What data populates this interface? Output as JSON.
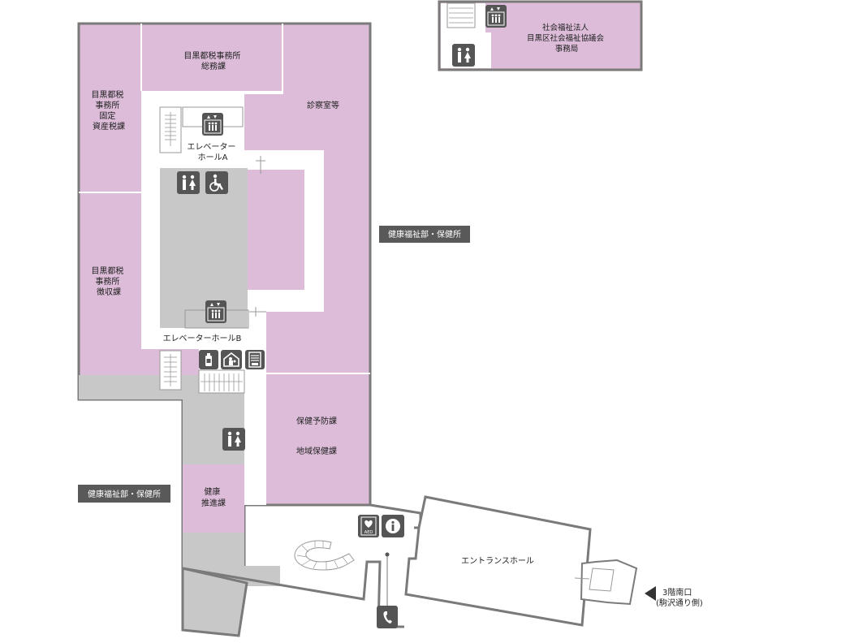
{
  "colors": {
    "room": "#dcbcd8",
    "corridor": "#ffffff",
    "service": "#c8c8c8",
    "wall": "#7a7a7a",
    "icon": "#555555",
    "tag": "#595959"
  },
  "rooms": {
    "general_affairs": [
      "目黒都税事務所",
      "総務課"
    ],
    "fixed_assets_tax": [
      "目黒都税",
      "事務所",
      "固定",
      "資産税課"
    ],
    "collection": [
      "目黒都税",
      "事務所",
      "徴収課"
    ],
    "exam_rooms": "診察室等",
    "health_prevention": "保健予防課",
    "community_health": "地域保健課",
    "health_promotion": [
      "健康",
      "推進課"
    ],
    "council": [
      "社会福祉法人",
      "目黒区社会福祉協議会",
      "事務局"
    ],
    "entrance_hall": "エントランスホール"
  },
  "halls": {
    "elevator_hall_a": [
      "エレベーター",
      "ホールA"
    ],
    "elevator_hall_b": "エレベーターホールB"
  },
  "tags": {
    "health_welfare_right": "健康福祉部・保健所",
    "health_welfare_left": "健康福祉部・保健所"
  },
  "entrance": {
    "line1": "3階南口",
    "line2": "(駒沢通り側)"
  },
  "icons": {
    "elevator": "elevator-icon",
    "restroom": "restroom-icon",
    "accessible": "wheelchair-icon",
    "water": "water-bottle-icon",
    "nursing": "nursing-room-icon",
    "vending": "vending-machine-icon",
    "aed": "aed-icon",
    "info": "information-icon",
    "phone": "phone-icon",
    "aed_label": "AED"
  }
}
